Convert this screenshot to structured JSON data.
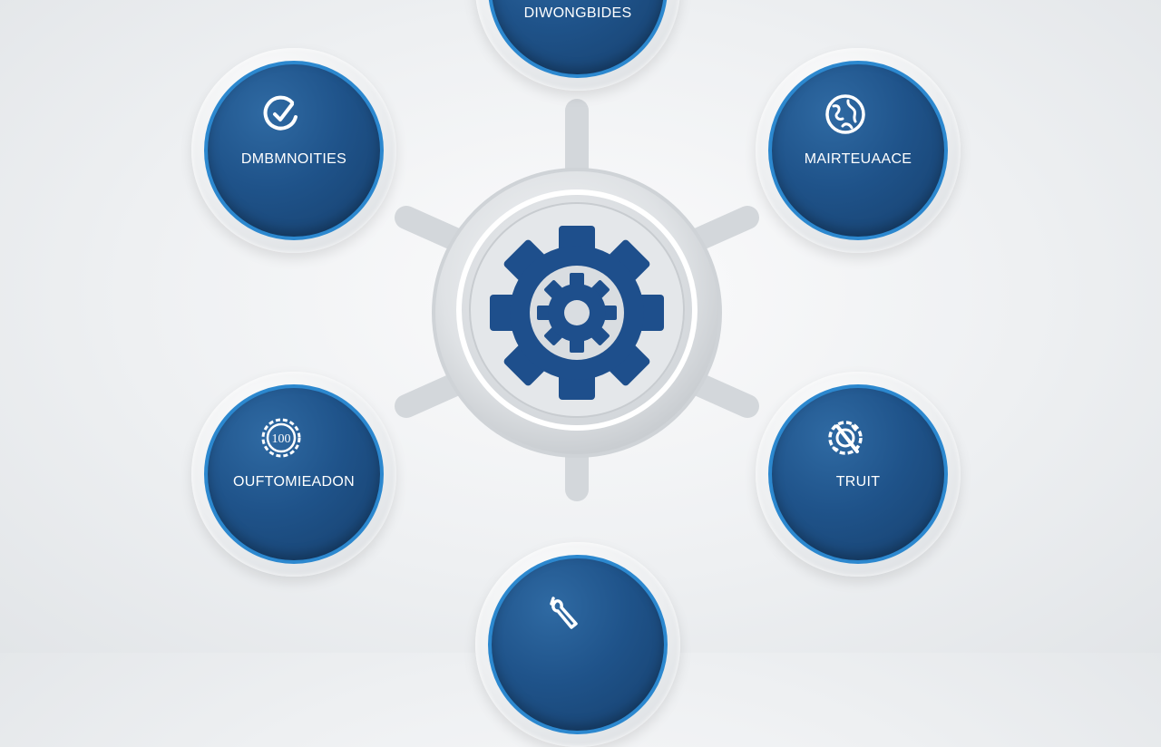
{
  "diagram": {
    "nodes": {
      "top": {
        "label": "DIWONGBIDES",
        "icon": "none"
      },
      "top_left": {
        "label": "DMBMNOITIES",
        "icon": "check-circle-icon"
      },
      "top_right": {
        "label": "MAIRTEUAACE",
        "icon": "globe-icon"
      },
      "bottom_left": {
        "label": "OUFTOMIEADON",
        "icon": "badge-100-icon"
      },
      "bottom_right": {
        "label": "TRUIT",
        "icon": "wrench-gear-icon"
      },
      "bottom": {
        "label": "",
        "icon": "wrench-icon"
      }
    },
    "badge_text": "100",
    "center_icon": "gear-icon",
    "colors": {
      "disc": "#1f538a",
      "disc_ring": "#2c88cf",
      "gear": "#1e4f8c",
      "frame": "#cfd3d7",
      "background": "#eef0f2"
    }
  }
}
